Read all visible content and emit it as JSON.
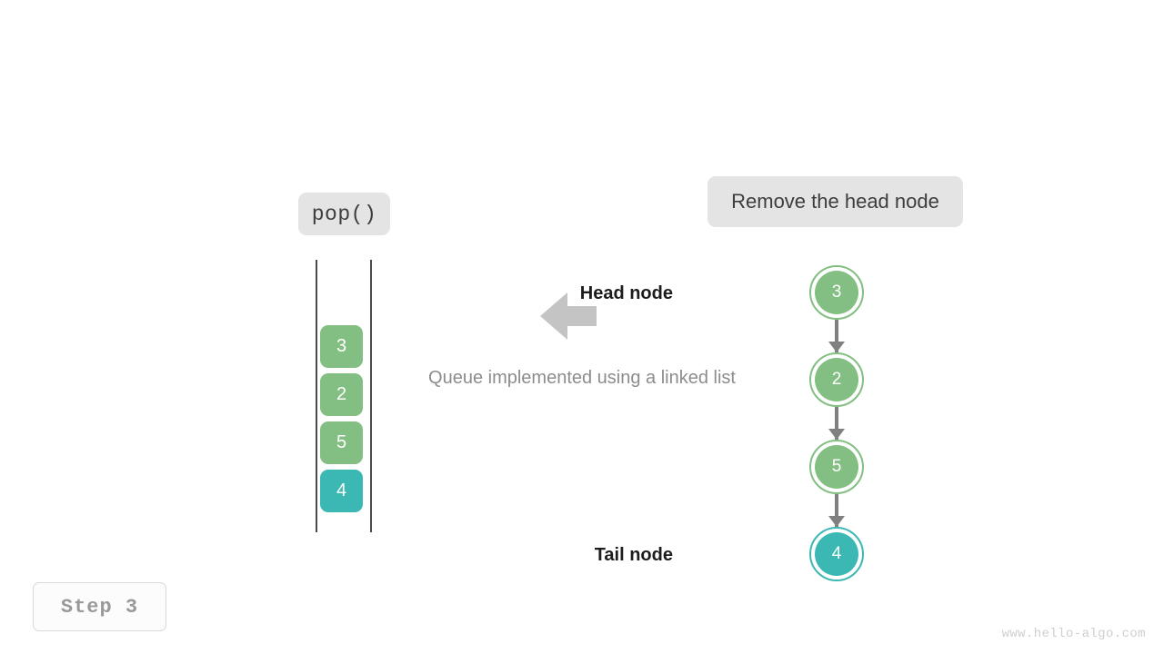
{
  "operation": {
    "call_label": "pop()",
    "description": "Remove the head node"
  },
  "caption": "Queue implemented using a linked list",
  "step_badge": "Step 3",
  "watermark": "www.hello-algo.com",
  "colors": {
    "green": "#83bf83",
    "teal": "#3bb8b3",
    "box_gray": "#e4e4e4",
    "arrow_gray": "#c4c4c4",
    "link_gray": "#808080",
    "rail_gray": "#4a4a50",
    "caption_gray": "#8c8c8c",
    "badge_gray": "#999999",
    "watermark_gray": "#cfcfcf"
  },
  "queue": {
    "cells": [
      {
        "value": "3",
        "color": "#83bf83"
      },
      {
        "value": "2",
        "color": "#83bf83"
      },
      {
        "value": "5",
        "color": "#83bf83"
      },
      {
        "value": "4",
        "color": "#3bb8b3"
      }
    ]
  },
  "linked_list": {
    "head_label": "Head node",
    "tail_label": "Tail node",
    "nodes": [
      {
        "value": "3",
        "color": "#83bf83"
      },
      {
        "value": "2",
        "color": "#83bf83"
      },
      {
        "value": "5",
        "color": "#83bf83"
      },
      {
        "value": "4",
        "color": "#3bb8b3"
      }
    ]
  },
  "icons": {
    "transform_arrow": "arrow-left-block-icon"
  }
}
